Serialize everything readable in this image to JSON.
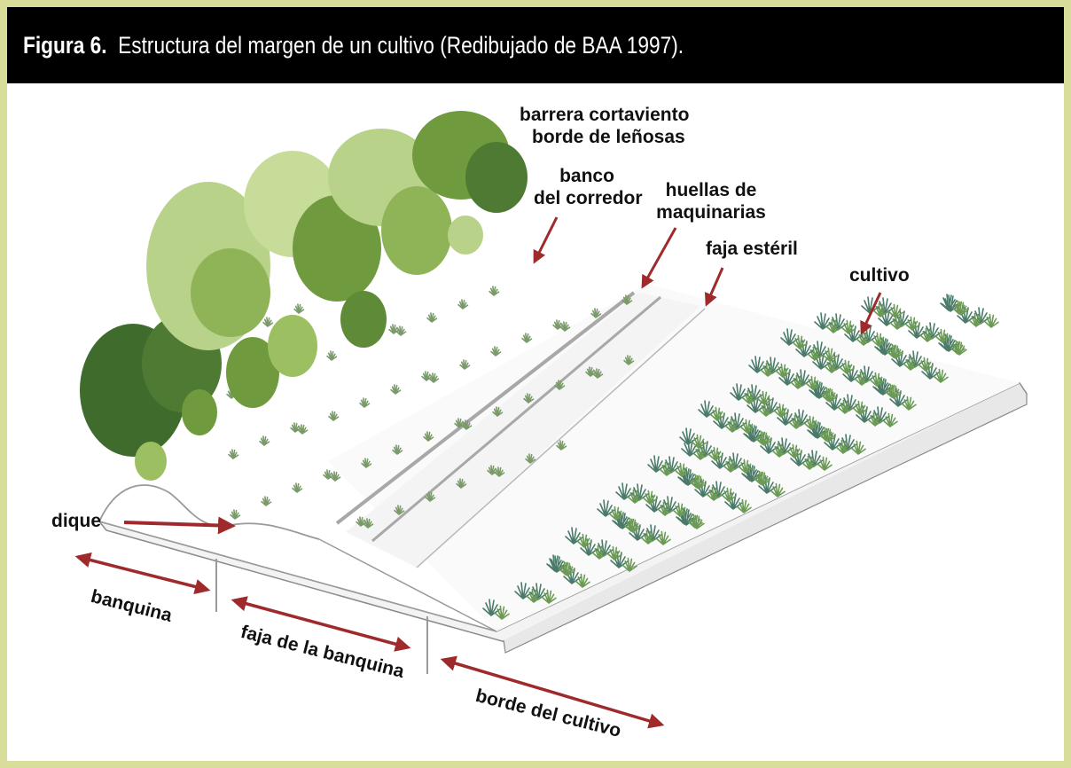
{
  "figure": {
    "label": "Figura 6.",
    "caption": "Estructura del margen de un cultivo (Redibujado de BAA 1997)."
  },
  "labels": {
    "barrera": "barrera cortaviento",
    "borde_lenosas": "borde de leñosas",
    "banco": "banco",
    "del_corredor": "del corredor",
    "huellas": "huellas de",
    "maquinarias": "maquinarias",
    "faja_esteril": "faja estéril",
    "cultivo": "cultivo",
    "dique": "dique",
    "banquina": "banquina",
    "faja_banquina": "faja de la banquina",
    "borde_cultivo": "borde del cultivo"
  },
  "colors": {
    "frame": "#d8dd9a",
    "title_bg": "#000000",
    "arrow": "#9e2a2b",
    "tree_dark": "#3f6b2c",
    "tree_mid": "#6f9a3e",
    "tree_light": "#b9d28a",
    "crop": "#4a7a6a",
    "ground_line": "#8a8a8a"
  }
}
